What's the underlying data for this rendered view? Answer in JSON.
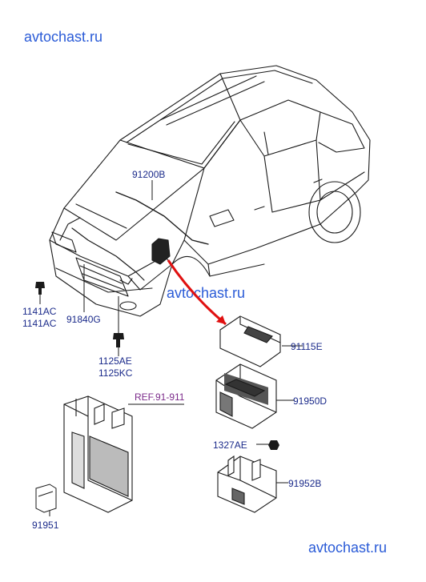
{
  "watermarks": {
    "top": "avtochast.ru",
    "middle": "avtochast.ru",
    "bottom": "avtochast.ru"
  },
  "part_labels": {
    "p91200B": "91200B",
    "p1141AC_a": "1141AC",
    "p1141AC_b": "1141AC",
    "p91840G": "91840G",
    "p1125AE": "1125AE",
    "p1125KC": "1125KC",
    "p91115E": "91115E",
    "p91950D": "91950D",
    "p1327AE": "1327AE",
    "p91952B": "91952B",
    "p91951": "91951",
    "ref": "REF.91-911"
  },
  "colors": {
    "watermark": "#2a5bd7",
    "label": "#1a2a8a",
    "ref": "#7b2a8a",
    "arrow": "#e01010",
    "line": "#1a1a1a"
  }
}
